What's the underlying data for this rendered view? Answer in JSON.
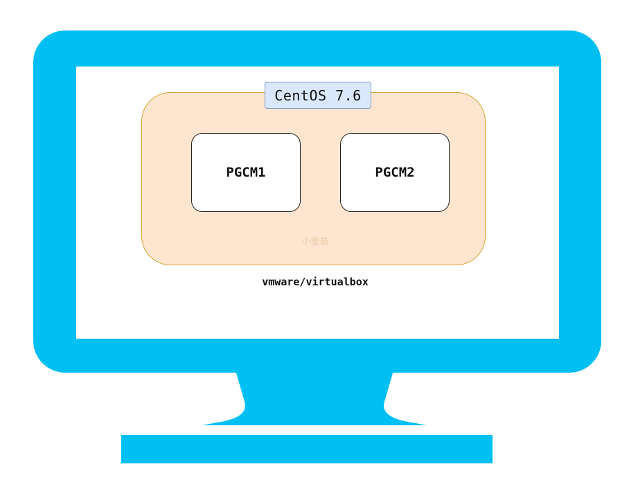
{
  "diagram": {
    "os_label": "CentOS 7.6",
    "nodes": [
      {
        "label": "PGCM1"
      },
      {
        "label": "PGCM2"
      }
    ],
    "watermark": "小麦苗",
    "hypervisor_label": "vmware/virtualbox"
  },
  "colors": {
    "monitor": "#00bff2",
    "screen": "#ffffff",
    "vm_fill": "#fde5cf",
    "vm_border": "#d6a431",
    "os_label_fill": "#dbe8fb",
    "os_label_border": "#7a9cc6"
  },
  "icons": {
    "monitor": "computer-monitor-icon"
  }
}
